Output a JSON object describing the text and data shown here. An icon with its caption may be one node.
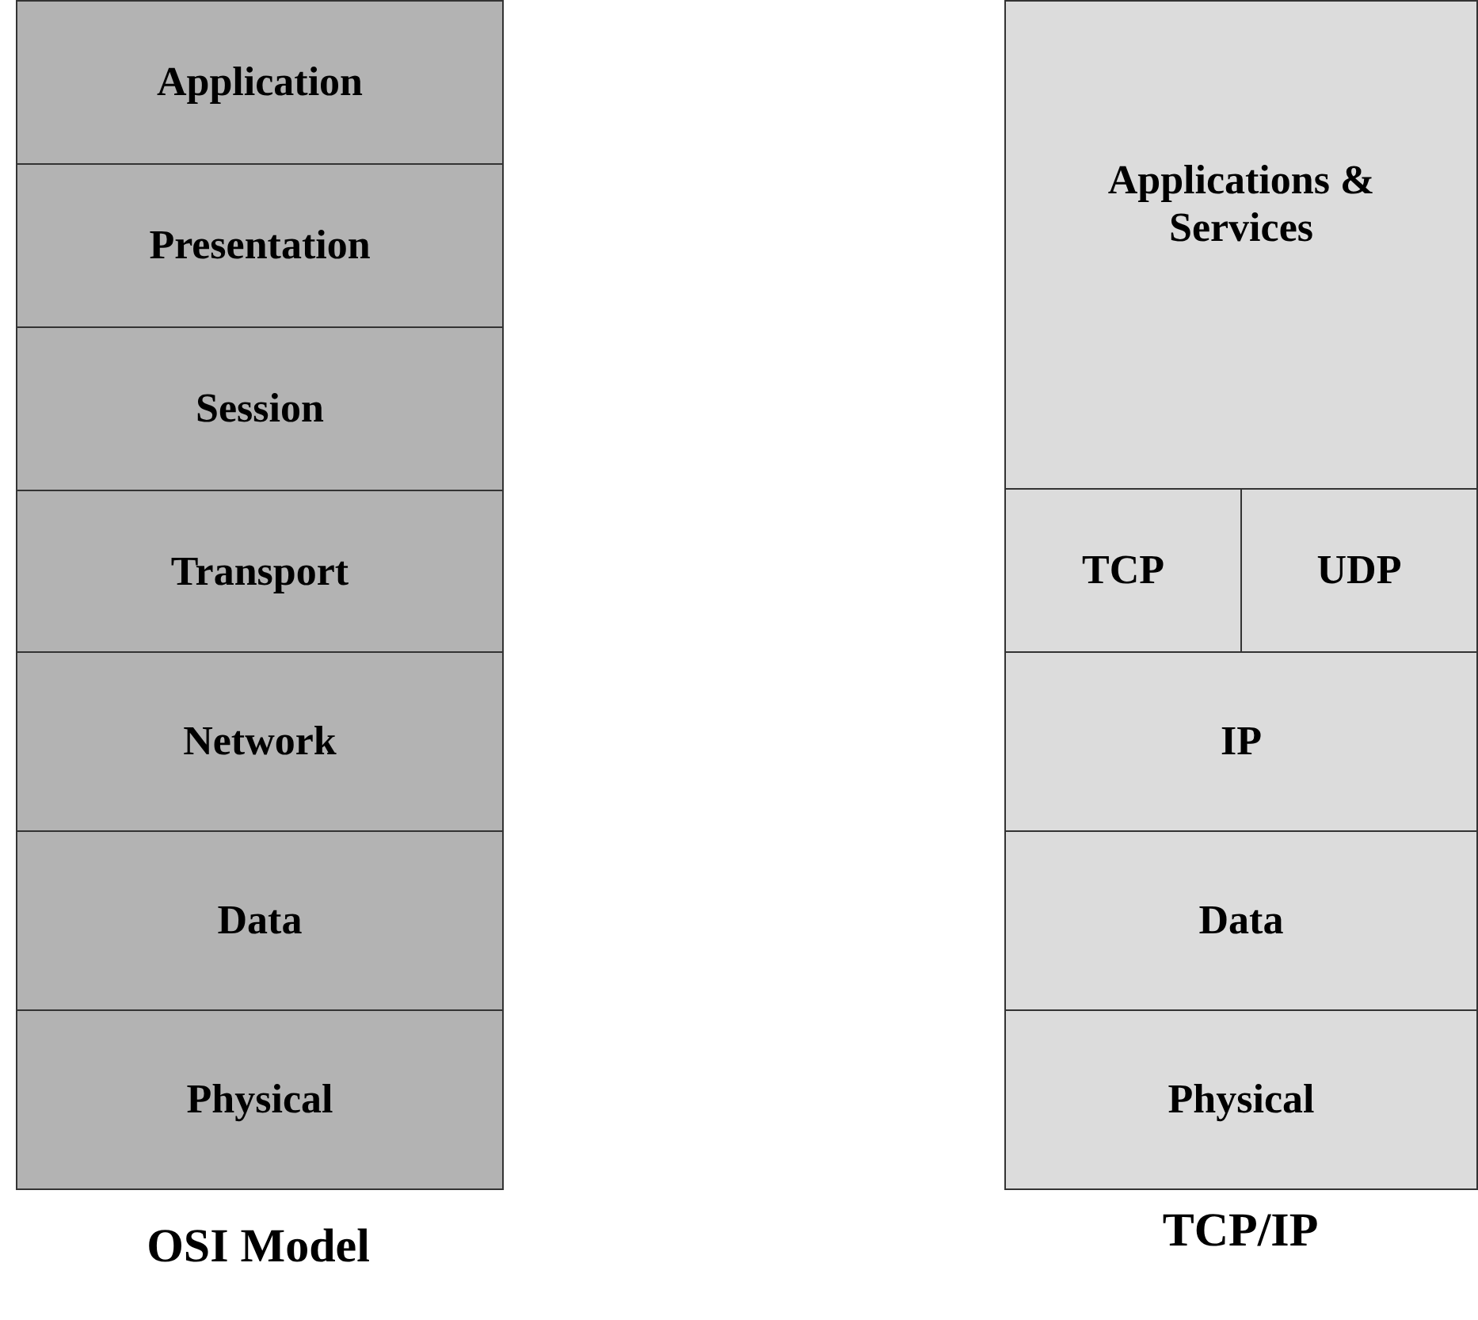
{
  "diagram": {
    "nodes": [
      {
        "text": [
          "Application"
        ]
      },
      {
        "text": [
          "Presentation"
        ]
      },
      {
        "text": [
          "Session"
        ]
      },
      {
        "text": [
          "Transport"
        ]
      },
      {
        "text": [
          "Network"
        ]
      },
      {
        "text": [
          "Data"
        ]
      },
      {
        "text": [
          "Physical"
        ]
      },
      {
        "text": [
          "Applications & Services"
        ]
      },
      {
        "text": [
          "TCP"
        ]
      },
      {
        "text": [
          "UDP"
        ]
      },
      {
        "text": [
          "IP"
        ]
      },
      {
        "text": [
          "Data"
        ]
      },
      {
        "text": [
          "Physical"
        ]
      }
    ],
    "edges": [],
    "labels": [
      "OSI Model",
      "TCP/IP"
    ]
  }
}
